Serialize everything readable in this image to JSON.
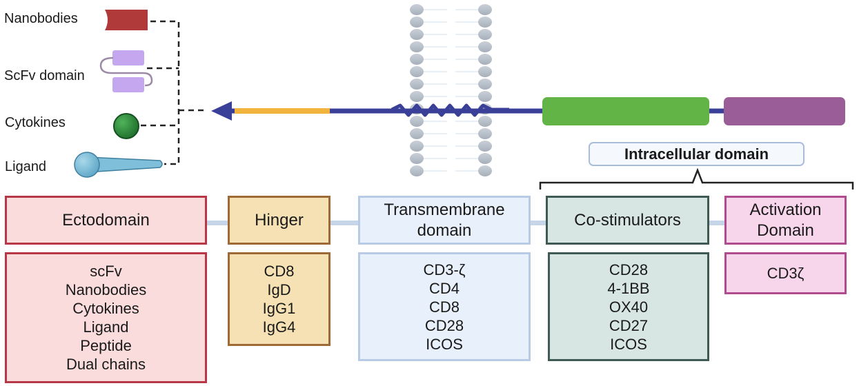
{
  "components": {
    "nanobodies": "Nanobodies",
    "scfv": "ScFv domain",
    "cytokines": "Cytokines",
    "ligand": "Ligand"
  },
  "intracellular_label": "Intracellular domain",
  "domains": [
    {
      "key": "ectodomain",
      "title": "Ectodomain",
      "items": [
        "scFv",
        "Nanobodies",
        "Cytokines",
        "Ligand",
        "Peptide",
        "Dual chains"
      ]
    },
    {
      "key": "hinge",
      "title": "Hinger",
      "items": [
        "CD8",
        "IgD",
        "IgG1",
        "IgG4"
      ]
    },
    {
      "key": "transmembrane",
      "title_lines": [
        "Transmembrane",
        "domain"
      ],
      "items": [
        "CD3-ζ",
        "CD4",
        "CD8",
        "CD28",
        "ICOS"
      ]
    },
    {
      "key": "costimulators",
      "title": "Co-stimulators",
      "items": [
        "CD28",
        "4-1BB",
        "OX40",
        "CD27",
        "ICOS"
      ]
    },
    {
      "key": "activation",
      "title_lines": [
        "Activation",
        "Domain"
      ],
      "items": [
        "CD3ζ"
      ]
    }
  ],
  "colors": {
    "ectodomain": "#fadcdc",
    "hinge": "#f5e1b3",
    "transmembrane": "#e8f0fb",
    "costimulators": "#d7e6e2",
    "activation": "#f7d6ec",
    "receptor_backbone": "#3a3f97",
    "hinge_segment": "#f2b43c",
    "costim_block": "#63b446",
    "activation_block": "#9b5d98"
  }
}
